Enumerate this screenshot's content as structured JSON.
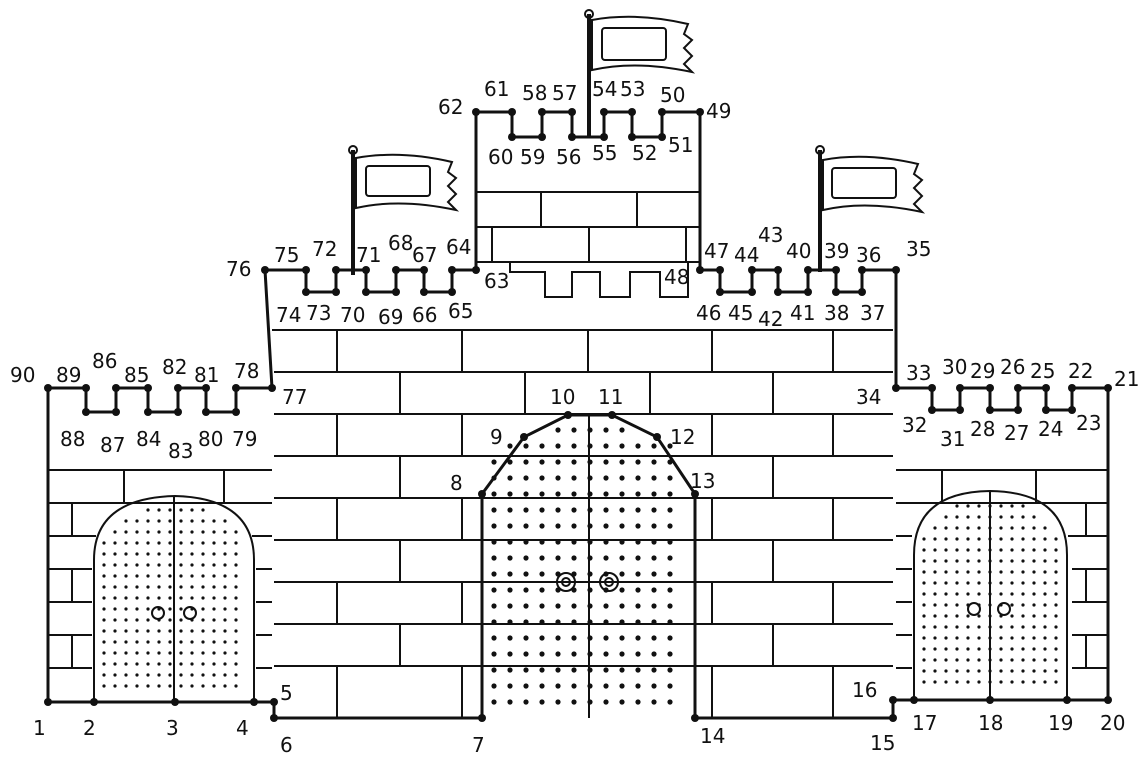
{
  "puzzle": {
    "line_color": "#111111",
    "background": "#ffffff",
    "points": [
      {
        "n": 1,
        "label": "1"
      },
      {
        "n": 2,
        "label": "2"
      },
      {
        "n": 3,
        "label": "3"
      },
      {
        "n": 4,
        "label": "4"
      },
      {
        "n": 5,
        "label": "5"
      },
      {
        "n": 6,
        "label": "6"
      },
      {
        "n": 7,
        "label": "7"
      },
      {
        "n": 8,
        "label": "8"
      },
      {
        "n": 9,
        "label": "9"
      },
      {
        "n": 10,
        "label": "10"
      },
      {
        "n": 11,
        "label": "11"
      },
      {
        "n": 12,
        "label": "12"
      },
      {
        "n": 13,
        "label": "13"
      },
      {
        "n": 14,
        "label": "14"
      },
      {
        "n": 15,
        "label": "15"
      },
      {
        "n": 16,
        "label": "16"
      },
      {
        "n": 17,
        "label": "17"
      },
      {
        "n": 18,
        "label": "18"
      },
      {
        "n": 19,
        "label": "19"
      },
      {
        "n": 20,
        "label": "20"
      },
      {
        "n": 21,
        "label": "21"
      },
      {
        "n": 22,
        "label": "22"
      },
      {
        "n": 23,
        "label": "23"
      },
      {
        "n": 24,
        "label": "24"
      },
      {
        "n": 25,
        "label": "25"
      },
      {
        "n": 26,
        "label": "26"
      },
      {
        "n": 27,
        "label": "27"
      },
      {
        "n": 28,
        "label": "28"
      },
      {
        "n": 29,
        "label": "29"
      },
      {
        "n": 30,
        "label": "30"
      },
      {
        "n": 31,
        "label": "31"
      },
      {
        "n": 32,
        "label": "32"
      },
      {
        "n": 33,
        "label": "33"
      },
      {
        "n": 34,
        "label": "34"
      },
      {
        "n": 35,
        "label": "35"
      },
      {
        "n": 36,
        "label": "36"
      },
      {
        "n": 37,
        "label": "37"
      },
      {
        "n": 38,
        "label": "38"
      },
      {
        "n": 39,
        "label": "39"
      },
      {
        "n": 40,
        "label": "40"
      },
      {
        "n": 41,
        "label": "41"
      },
      {
        "n": 42,
        "label": "42"
      },
      {
        "n": 43,
        "label": "43"
      },
      {
        "n": 44,
        "label": "44"
      },
      {
        "n": 45,
        "label": "45"
      },
      {
        "n": 46,
        "label": "46"
      },
      {
        "n": 47,
        "label": "47"
      },
      {
        "n": 48,
        "label": "48"
      },
      {
        "n": 49,
        "label": "49"
      },
      {
        "n": 50,
        "label": "50"
      },
      {
        "n": 51,
        "label": "51"
      },
      {
        "n": 52,
        "label": "52"
      },
      {
        "n": 53,
        "label": "53"
      },
      {
        "n": 54,
        "label": "54"
      },
      {
        "n": 55,
        "label": "55"
      },
      {
        "n": 56,
        "label": "56"
      },
      {
        "n": 57,
        "label": "57"
      },
      {
        "n": 58,
        "label": "58"
      },
      {
        "n": 59,
        "label": "59"
      },
      {
        "n": 60,
        "label": "60"
      },
      {
        "n": 61,
        "label": "61"
      },
      {
        "n": 62,
        "label": "62"
      },
      {
        "n": 63,
        "label": "63"
      },
      {
        "n": 64,
        "label": "64"
      },
      {
        "n": 65,
        "label": "65"
      },
      {
        "n": 66,
        "label": "66"
      },
      {
        "n": 67,
        "label": "67"
      },
      {
        "n": 68,
        "label": "68"
      },
      {
        "n": 69,
        "label": "69"
      },
      {
        "n": 70,
        "label": "70"
      },
      {
        "n": 71,
        "label": "71"
      },
      {
        "n": 72,
        "label": "72"
      },
      {
        "n": 73,
        "label": "73"
      },
      {
        "n": 74,
        "label": "74"
      },
      {
        "n": 75,
        "label": "75"
      },
      {
        "n": 76,
        "label": "76"
      },
      {
        "n": 77,
        "label": "77"
      },
      {
        "n": 78,
        "label": "78"
      },
      {
        "n": 79,
        "label": "79"
      },
      {
        "n": 80,
        "label": "80"
      },
      {
        "n": 81,
        "label": "81"
      },
      {
        "n": 82,
        "label": "82"
      },
      {
        "n": 83,
        "label": "83"
      },
      {
        "n": 84,
        "label": "84"
      },
      {
        "n": 85,
        "label": "85"
      },
      {
        "n": 86,
        "label": "86"
      },
      {
        "n": 87,
        "label": "87"
      },
      {
        "n": 88,
        "label": "88"
      },
      {
        "n": 89,
        "label": "89"
      },
      {
        "n": 90,
        "label": "90"
      }
    ]
  }
}
